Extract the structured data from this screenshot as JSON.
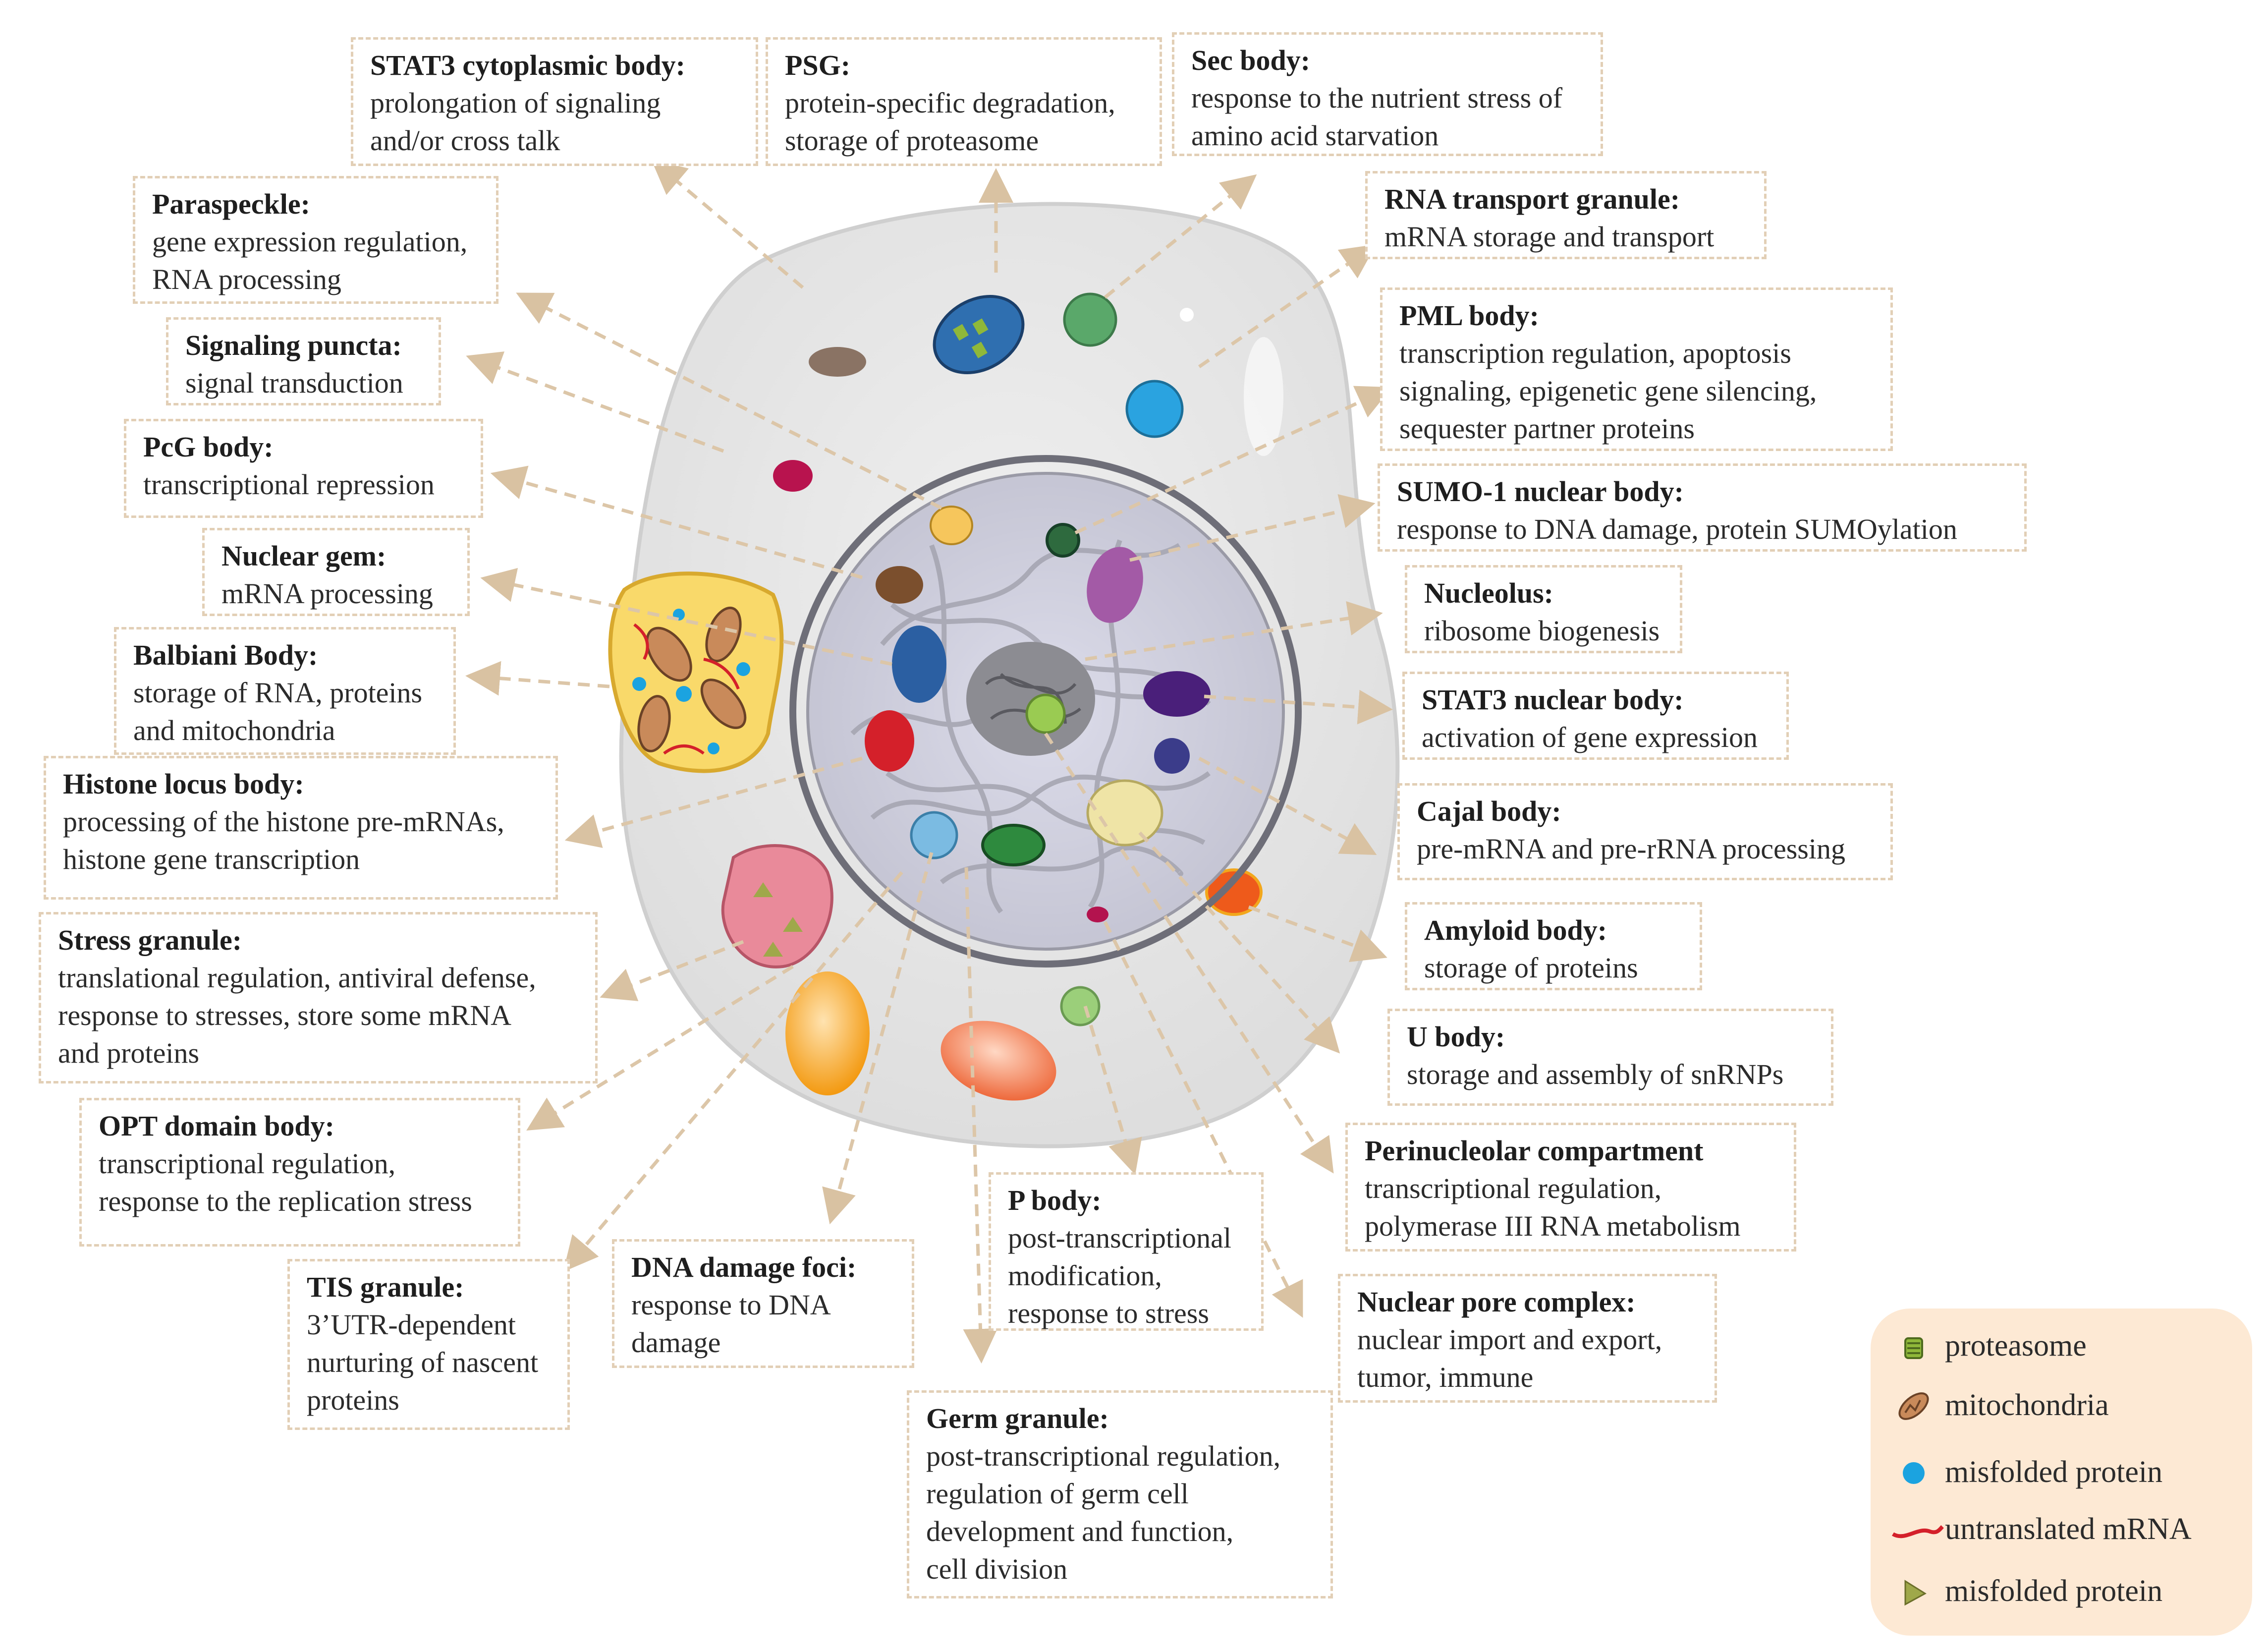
{
  "labels": {
    "stat3_cyto": {
      "title": "STAT3 cytoplasmic body:",
      "desc": "prolongation of signaling\nand/or cross talk"
    },
    "psg": {
      "title": "PSG:",
      "desc": "protein-specific degradation,\nstorage of proteasome"
    },
    "sec": {
      "title": "Sec body:",
      "desc": "response to the nutrient stress of\namino acid starvation"
    },
    "paraspeckle": {
      "title": "Paraspeckle:",
      "desc": "gene expression regulation,\nRNA processing"
    },
    "rna_transport": {
      "title": "RNA transport  granule:",
      "desc": "mRNA storage and transport"
    },
    "signaling": {
      "title": "Signaling puncta:",
      "desc": "signal transduction"
    },
    "pml": {
      "title": "PML body:",
      "desc": "transcription regulation, apoptosis\nsignaling, epigenetic gene silencing,\nsequester partner proteins"
    },
    "pcg": {
      "title": "PcG body:",
      "desc": "transcriptional repression"
    },
    "sumo": {
      "title": "SUMO-1 nuclear body:",
      "desc": "response to DNA damage, protein SUMOylation"
    },
    "gem": {
      "title": "Nuclear gem:",
      "desc": "mRNA processing"
    },
    "nucleolus": {
      "title": "Nucleolus:",
      "desc": "ribosome biogenesis"
    },
    "balbiani": {
      "title": "Balbiani Body:",
      "desc": "storage of RNA, proteins\nand mitochondria"
    },
    "stat3_nuc": {
      "title": "STAT3 nuclear body:",
      "desc": "activation of gene expression"
    },
    "histone": {
      "title": "Histone locus body:",
      "desc": "processing of the histone pre-mRNAs,\nhistone gene transcription"
    },
    "cajal": {
      "title": "Cajal body:",
      "desc": "pre-mRNA and pre-rRNA processing"
    },
    "amyloid": {
      "title": "Amyloid body:",
      "desc": "storage of proteins"
    },
    "stress": {
      "title": "Stress granule:",
      "desc": "translational regulation, antiviral defense,\nresponse to stresses, store some mRNA\nand proteins"
    },
    "ubody": {
      "title": "U body:",
      "desc": "storage and assembly of snRNPs"
    },
    "opt": {
      "title": "OPT domain body:",
      "desc": "transcriptional regulation,\nresponse to the replication stress"
    },
    "perinucleolar": {
      "title": "Perinucleolar compartment",
      "desc": "transcriptional regulation,\npolymerase III RNA metabolism"
    },
    "pbody": {
      "title": "P body:",
      "desc": "post-transcriptional\nmodification,\nresponse to stress"
    },
    "tis": {
      "title": "TIS granule:",
      "desc": "3’UTR-dependent\nnurturing of nascent\nproteins"
    },
    "dna": {
      "title": "DNA damage foci:",
      "desc": "response to DNA\ndamage"
    },
    "npc": {
      "title": "Nuclear pore complex:",
      "desc": "nuclear import and export,\ntumor, immune"
    },
    "germ": {
      "title": "Germ granule:",
      "desc": "post-transcriptional regulation,\nregulation of germ cell\ndevelopment and function,\ncell division"
    }
  },
  "legend": [
    {
      "label": "proteasome",
      "icon": "proteasome-icon",
      "color": "#8fb83a"
    },
    {
      "label": "mitochondria",
      "icon": "mitochondria-icon",
      "color": "#c98a5a"
    },
    {
      "label": "misfolded protein",
      "icon": "blue-dot-icon",
      "color": "#1ba3e0"
    },
    {
      "label": "untranslated mRNA",
      "icon": "red-wave-icon",
      "color": "#d4202a"
    },
    {
      "label": "misfolded protein",
      "icon": "triangle-icon",
      "color": "#9fa84a"
    }
  ]
}
